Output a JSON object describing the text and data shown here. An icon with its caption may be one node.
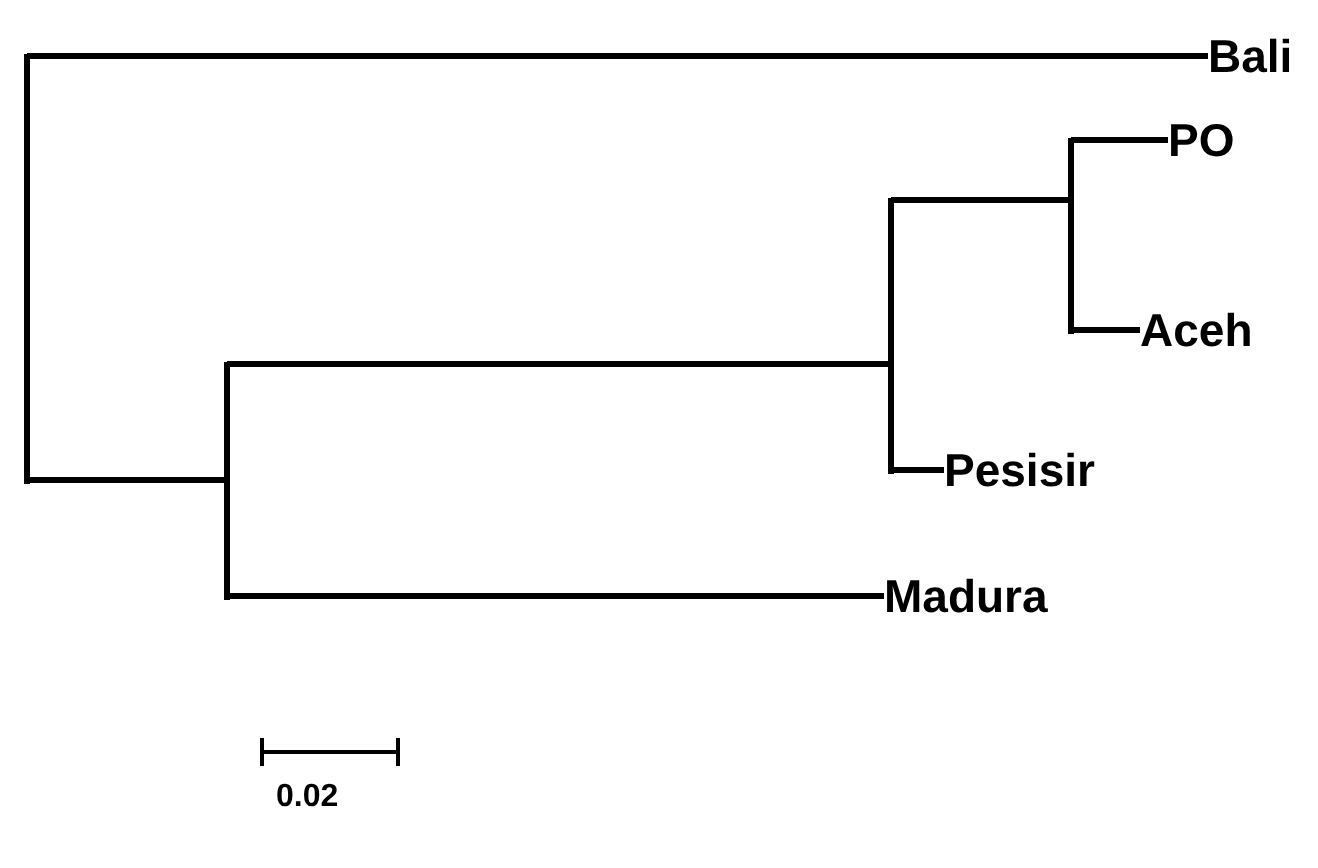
{
  "diagram": {
    "nodes": [
      {
        "text": [
          "Bali"
        ]
      },
      {
        "text": [
          "PO"
        ]
      },
      {
        "text": [
          "Aceh"
        ]
      },
      {
        "text": [
          "Pesisir"
        ]
      },
      {
        "text": [
          "Madura"
        ]
      },
      {
        "text": [],
        "shape": "bar"
      },
      {
        "text": [],
        "shape": "bar"
      },
      {
        "text": [],
        "shape": "bar"
      },
      {
        "text": [],
        "shape": "bar"
      }
    ],
    "edges": [
      {
        "from": 5,
        "to": 0,
        "arrow": "none"
      },
      {
        "from": 5,
        "to": 6,
        "arrow": "none"
      },
      {
        "from": 6,
        "to": 7,
        "arrow": "none"
      },
      {
        "from": 6,
        "to": 4,
        "arrow": "none"
      },
      {
        "from": 7,
        "to": 8,
        "arrow": "none"
      },
      {
        "from": 7,
        "to": 3,
        "arrow": "none"
      },
      {
        "from": 8,
        "to": 1,
        "arrow": "none"
      },
      {
        "from": 8,
        "to": 2,
        "arrow": "none"
      }
    ],
    "labels": [
      "0.02"
    ]
  }
}
